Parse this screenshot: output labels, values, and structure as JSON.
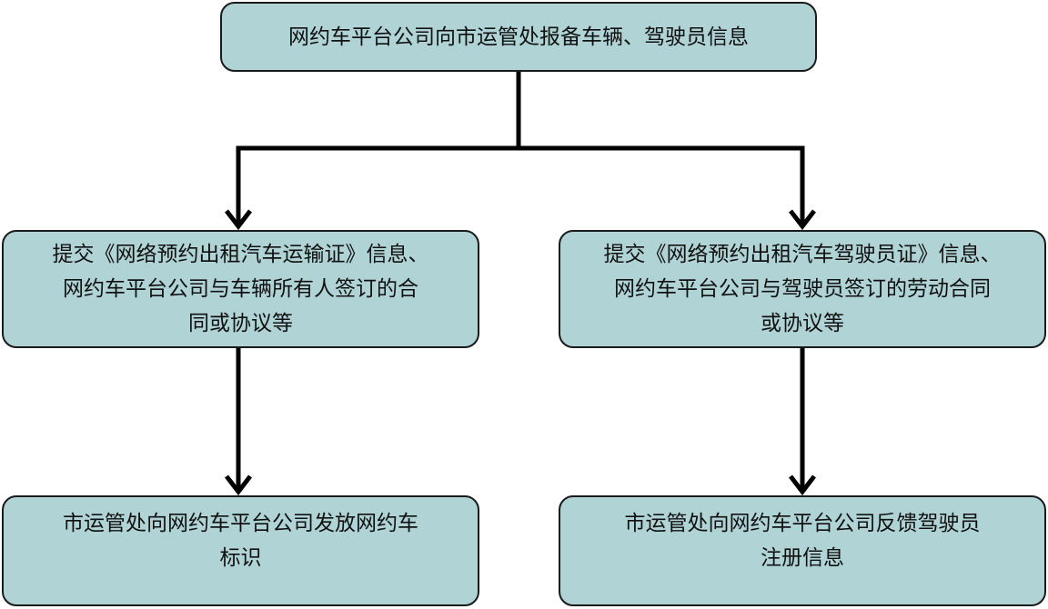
{
  "diagram": {
    "nodes": {
      "top": "网约车平台公司向市运管处报备车辆、驾驶员信息",
      "left_step1": "提交《网络预约出租汽车运输证》信息、\n网约车平台公司与车辆所有人签订的合\n同或协议等",
      "right_step1": "提交《网络预约出租汽车驾驶员证》信息、\n网约车平台公司与驾驶员签订的劳动合同\n或协议等",
      "left_step2": "市运管处向网约车平台公司发放网约车\n标识",
      "right_step2": "市运管处向网约车平台公司反馈驾驶员\n注册信息"
    },
    "colors": {
      "node_fill": "#b0d3d5",
      "node_border": "#1a1a1a",
      "connector": "#000000"
    }
  }
}
